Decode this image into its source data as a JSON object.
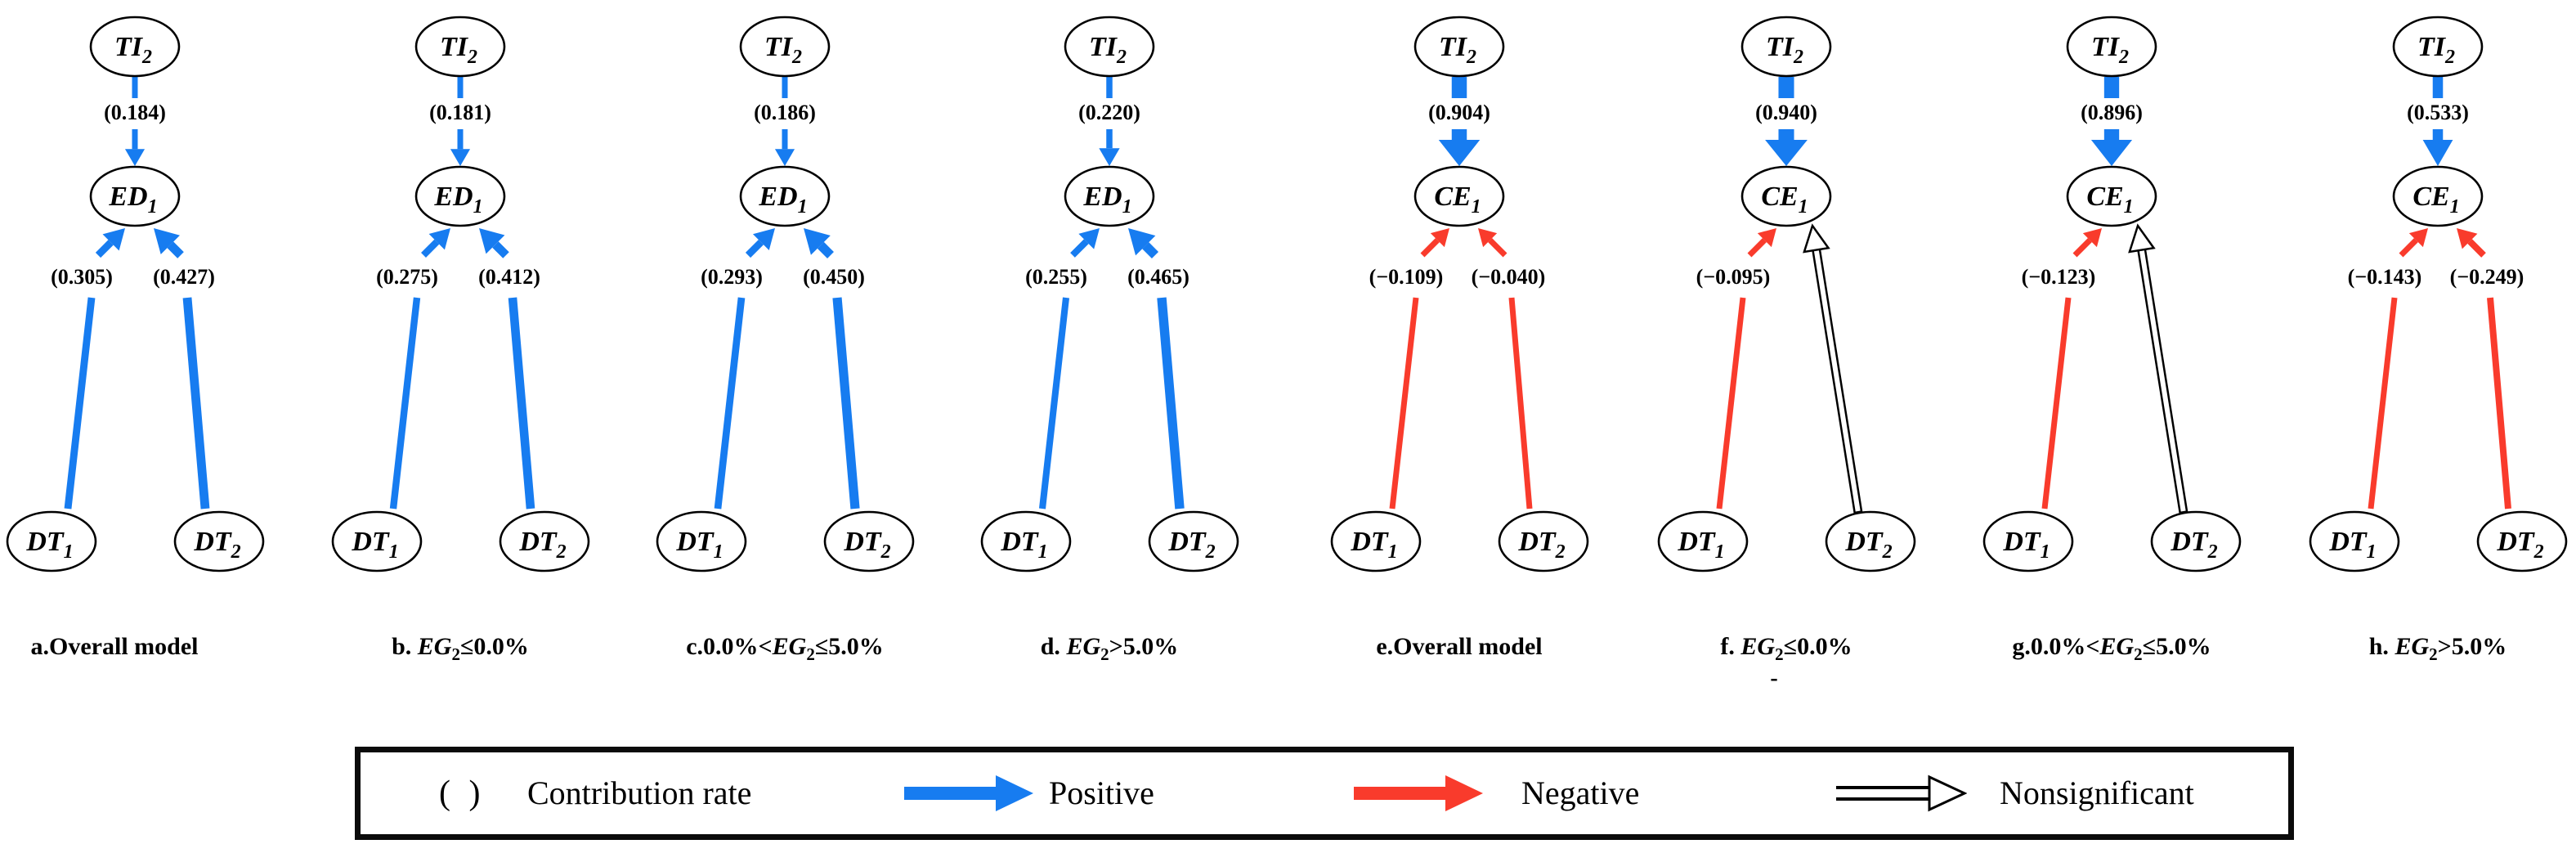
{
  "colors": {
    "positive": "#177CF0",
    "negative": "#F93B2C",
    "nonsignificant_stroke": "#000000",
    "node_fill": "#FFFFFF",
    "node_stroke": "#000000",
    "text": "#000000"
  },
  "legend": {
    "paren_symbol": "( )",
    "contribution_label": "Contribution rate",
    "positive_label": "Positive",
    "negative_label": "Negative",
    "nonsignificant_label": "Nonsignificant"
  },
  "panels": [
    {
      "id": "a",
      "caption": [
        {
          "t": "a.Overall model"
        }
      ],
      "nodes": {
        "top": {
          "t": "TI",
          "s": "2"
        },
        "mid": {
          "t": "ED",
          "s": "1"
        },
        "left": {
          "t": "DT",
          "s": "1"
        },
        "right": {
          "t": "DT",
          "s": "2"
        }
      },
      "edges": {
        "top": {
          "label": "(0.184)",
          "value": 0.184,
          "type": "positive"
        },
        "left": {
          "label": "(0.305)",
          "value": 0.305,
          "type": "positive"
        },
        "right": {
          "label": "(0.427)",
          "value": 0.427,
          "type": "positive"
        }
      }
    },
    {
      "id": "b",
      "caption": [
        {
          "t": "b. "
        },
        {
          "t": "EG",
          "i": 1
        },
        {
          "t": "2",
          "s": 1
        },
        {
          "t": "≤0.0%"
        }
      ],
      "nodes": {
        "top": {
          "t": "TI",
          "s": "2"
        },
        "mid": {
          "t": "ED",
          "s": "1"
        },
        "left": {
          "t": "DT",
          "s": "1"
        },
        "right": {
          "t": "DT",
          "s": "2"
        }
      },
      "edges": {
        "top": {
          "label": "(0.181)",
          "value": 0.181,
          "type": "positive"
        },
        "left": {
          "label": "(0.275)",
          "value": 0.275,
          "type": "positive"
        },
        "right": {
          "label": "(0.412)",
          "value": 0.412,
          "type": "positive"
        }
      }
    },
    {
      "id": "c",
      "caption": [
        {
          "t": "c.0.0%<"
        },
        {
          "t": "EG",
          "i": 1
        },
        {
          "t": "2",
          "s": 1
        },
        {
          "t": "≤5.0%"
        }
      ],
      "nodes": {
        "top": {
          "t": "TI",
          "s": "2"
        },
        "mid": {
          "t": "ED",
          "s": "1"
        },
        "left": {
          "t": "DT",
          "s": "1"
        },
        "right": {
          "t": "DT",
          "s": "2"
        }
      },
      "edges": {
        "top": {
          "label": "(0.186)",
          "value": 0.186,
          "type": "positive"
        },
        "left": {
          "label": "(0.293)",
          "value": 0.293,
          "type": "positive"
        },
        "right": {
          "label": "(0.450)",
          "value": 0.45,
          "type": "positive"
        }
      }
    },
    {
      "id": "d",
      "caption": [
        {
          "t": "d. "
        },
        {
          "t": "EG",
          "i": 1
        },
        {
          "t": "2",
          "s": 1
        },
        {
          "t": ">5.0%"
        }
      ],
      "nodes": {
        "top": {
          "t": "TI",
          "s": "2"
        },
        "mid": {
          "t": "ED",
          "s": "1"
        },
        "left": {
          "t": "DT",
          "s": "1"
        },
        "right": {
          "t": "DT",
          "s": "2"
        }
      },
      "edges": {
        "top": {
          "label": "(0.220)",
          "value": 0.22,
          "type": "positive"
        },
        "left": {
          "label": "(0.255)",
          "value": 0.255,
          "type": "positive"
        },
        "right": {
          "label": "(0.465)",
          "value": 0.465,
          "type": "positive"
        }
      }
    },
    {
      "id": "e",
      "caption": [
        {
          "t": "e.Overall model"
        }
      ],
      "nodes": {
        "top": {
          "t": "TI",
          "s": "2"
        },
        "mid": {
          "t": "CE",
          "s": "1"
        },
        "left": {
          "t": "DT",
          "s": "1"
        },
        "right": {
          "t": "DT",
          "s": "2"
        }
      },
      "edges": {
        "top": {
          "label": "(0.904)",
          "value": 0.904,
          "type": "positive"
        },
        "left": {
          "label": "(−0.109)",
          "value": -0.109,
          "type": "negative"
        },
        "right": {
          "label": "(−0.040)",
          "value": -0.04,
          "type": "negative"
        }
      }
    },
    {
      "id": "f",
      "caption": [
        {
          "t": "f. "
        },
        {
          "t": "EG",
          "i": 1
        },
        {
          "t": "2",
          "s": 1
        },
        {
          "t": "≤0.0%"
        }
      ],
      "caption_note": "-",
      "nodes": {
        "top": {
          "t": "TI",
          "s": "2"
        },
        "mid": {
          "t": "CE",
          "s": "1"
        },
        "left": {
          "t": "DT",
          "s": "1"
        },
        "right": {
          "t": "DT",
          "s": "2"
        }
      },
      "edges": {
        "top": {
          "label": "(0.940)",
          "value": 0.94,
          "type": "positive"
        },
        "left": {
          "label": "(−0.095)",
          "value": -0.095,
          "type": "negative"
        },
        "right": {
          "type": "nonsignificant"
        }
      }
    },
    {
      "id": "g",
      "caption": [
        {
          "t": "g.0.0%<"
        },
        {
          "t": "EG",
          "i": 1
        },
        {
          "t": "2",
          "s": 1
        },
        {
          "t": "≤5.0%"
        }
      ],
      "nodes": {
        "top": {
          "t": "TI",
          "s": "2"
        },
        "mid": {
          "t": "CE",
          "s": "1"
        },
        "left": {
          "t": "DT",
          "s": "1"
        },
        "right": {
          "t": "DT",
          "s": "2"
        }
      },
      "edges": {
        "top": {
          "label": "(0.896)",
          "value": 0.896,
          "type": "positive"
        },
        "left": {
          "label": "(−0.123)",
          "value": -0.123,
          "type": "negative"
        },
        "right": {
          "type": "nonsignificant"
        }
      }
    },
    {
      "id": "h",
      "caption": [
        {
          "t": "h. "
        },
        {
          "t": "EG",
          "i": 1
        },
        {
          "t": "2",
          "s": 1
        },
        {
          "t": ">5.0%"
        }
      ],
      "nodes": {
        "top": {
          "t": "TI",
          "s": "2"
        },
        "mid": {
          "t": "CE",
          "s": "1"
        },
        "left": {
          "t": "DT",
          "s": "1"
        },
        "right": {
          "t": "DT",
          "s": "2"
        }
      },
      "edges": {
        "top": {
          "label": "(0.533)",
          "value": 0.533,
          "type": "positive"
        },
        "left": {
          "label": "(−0.143)",
          "value": -0.143,
          "type": "negative"
        },
        "right": {
          "label": "(−0.249)",
          "value": -0.249,
          "type": "negative"
        }
      }
    }
  ]
}
